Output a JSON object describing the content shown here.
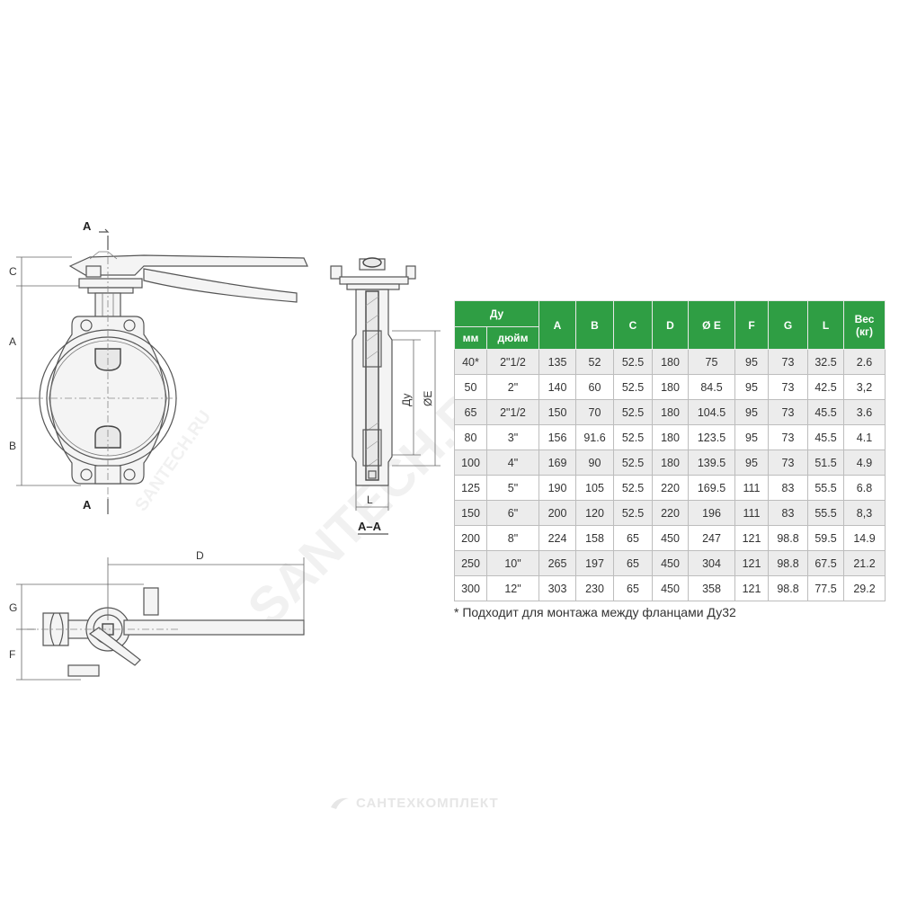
{
  "drawing": {
    "section_marker": "A",
    "section_view_label": "A–A",
    "dimensions": {
      "A": "A",
      "B": "B",
      "C": "C",
      "D": "D",
      "F": "F",
      "G": "G",
      "L": "L",
      "E": "ØE",
      "DN": "Ду"
    }
  },
  "watermark": {
    "large": "SANTECH.RU",
    "small": "SANTECH.RU"
  },
  "table": {
    "header_top": {
      "dn": "Ду",
      "A": "A",
      "B": "B",
      "C": "C",
      "D": "D",
      "E": "Ø E",
      "F": "F",
      "G": "G",
      "L": "L",
      "weight_line1": "Вес",
      "weight_line2": "(кг)"
    },
    "header_sub": {
      "mm": "мм",
      "inch": "дюйм"
    },
    "rows": [
      [
        "40*",
        "2\"1/2",
        "135",
        "52",
        "52.5",
        "180",
        "75",
        "95",
        "73",
        "32.5",
        "2.6"
      ],
      [
        "50",
        "2\"",
        "140",
        "60",
        "52.5",
        "180",
        "84.5",
        "95",
        "73",
        "42.5",
        "3,2"
      ],
      [
        "65",
        "2\"1/2",
        "150",
        "70",
        "52.5",
        "180",
        "104.5",
        "95",
        "73",
        "45.5",
        "3.6"
      ],
      [
        "80",
        "3\"",
        "156",
        "91.6",
        "52.5",
        "180",
        "123.5",
        "95",
        "73",
        "45.5",
        "4.1"
      ],
      [
        "100",
        "4\"",
        "169",
        "90",
        "52.5",
        "180",
        "139.5",
        "95",
        "73",
        "51.5",
        "4.9"
      ],
      [
        "125",
        "5\"",
        "190",
        "105",
        "52.5",
        "220",
        "169.5",
        "111",
        "83",
        "55.5",
        "6.8"
      ],
      [
        "150",
        "6\"",
        "200",
        "120",
        "52.5",
        "220",
        "196",
        "111",
        "83",
        "55.5",
        "8,3"
      ],
      [
        "200",
        "8\"",
        "224",
        "158",
        "65",
        "450",
        "247",
        "121",
        "98.8",
        "59.5",
        "14.9"
      ],
      [
        "250",
        "10\"",
        "265",
        "197",
        "65",
        "450",
        "304",
        "121",
        "98.8",
        "67.5",
        "21.2"
      ],
      [
        "300",
        "12\"",
        "303",
        "230",
        "65",
        "450",
        "358",
        "121",
        "98.8",
        "77.5",
        "29.2"
      ]
    ],
    "header_color": "#2f9e44"
  },
  "footnote": "* Подходит для монтажа между фланцами Ду32",
  "brand": "САНТЕХКОМПЛЕКТ"
}
